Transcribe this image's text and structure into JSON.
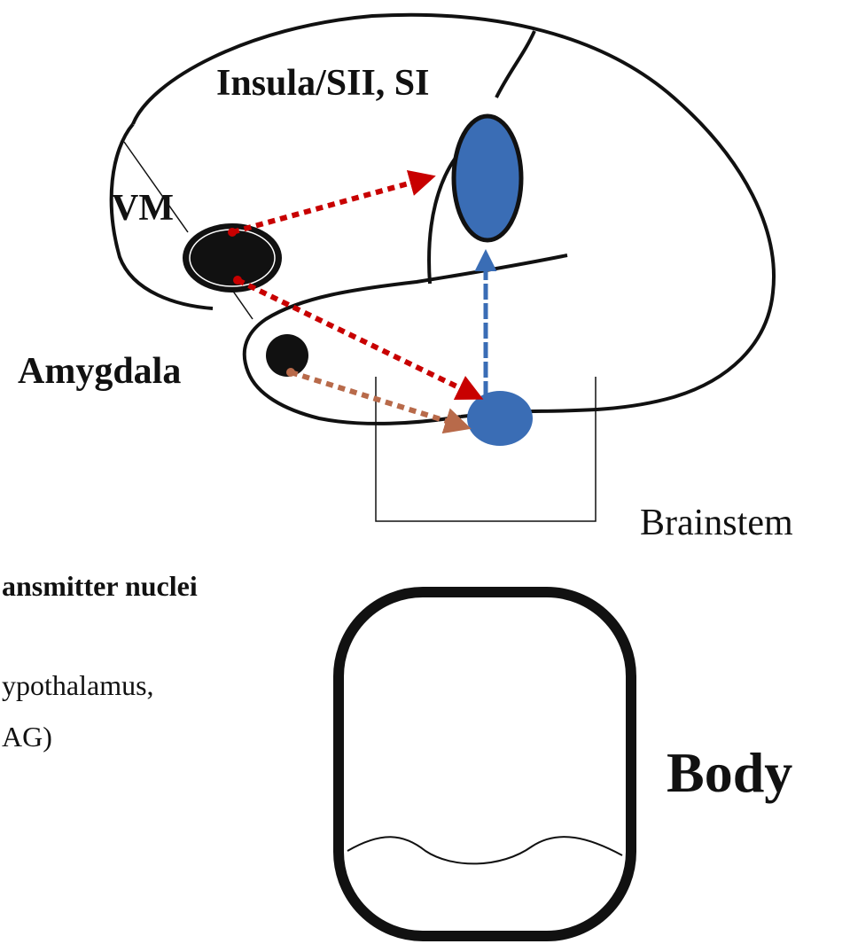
{
  "labels": {
    "insula": "Insula/SII, SI",
    "vm": "VM",
    "amygdala": "Amygdala",
    "brainstem": "Brainstem",
    "nuclei": "ansmitter nuclei",
    "hypothalamus": "ypothalamus,",
    "pag": "AG)",
    "body": "Body"
  },
  "colors": {
    "outline": "#111111",
    "red_arrow": "#c80000",
    "brown_arrow": "#b86a4a",
    "blue": "#3a6db5",
    "black_fill": "#111111"
  },
  "icons": {
    "vm_region": "black-ellipse",
    "insula_region": "blue-ellipse",
    "amygdala_region": "black-circle",
    "brainstem_nucleus": "blue-ellipse"
  }
}
